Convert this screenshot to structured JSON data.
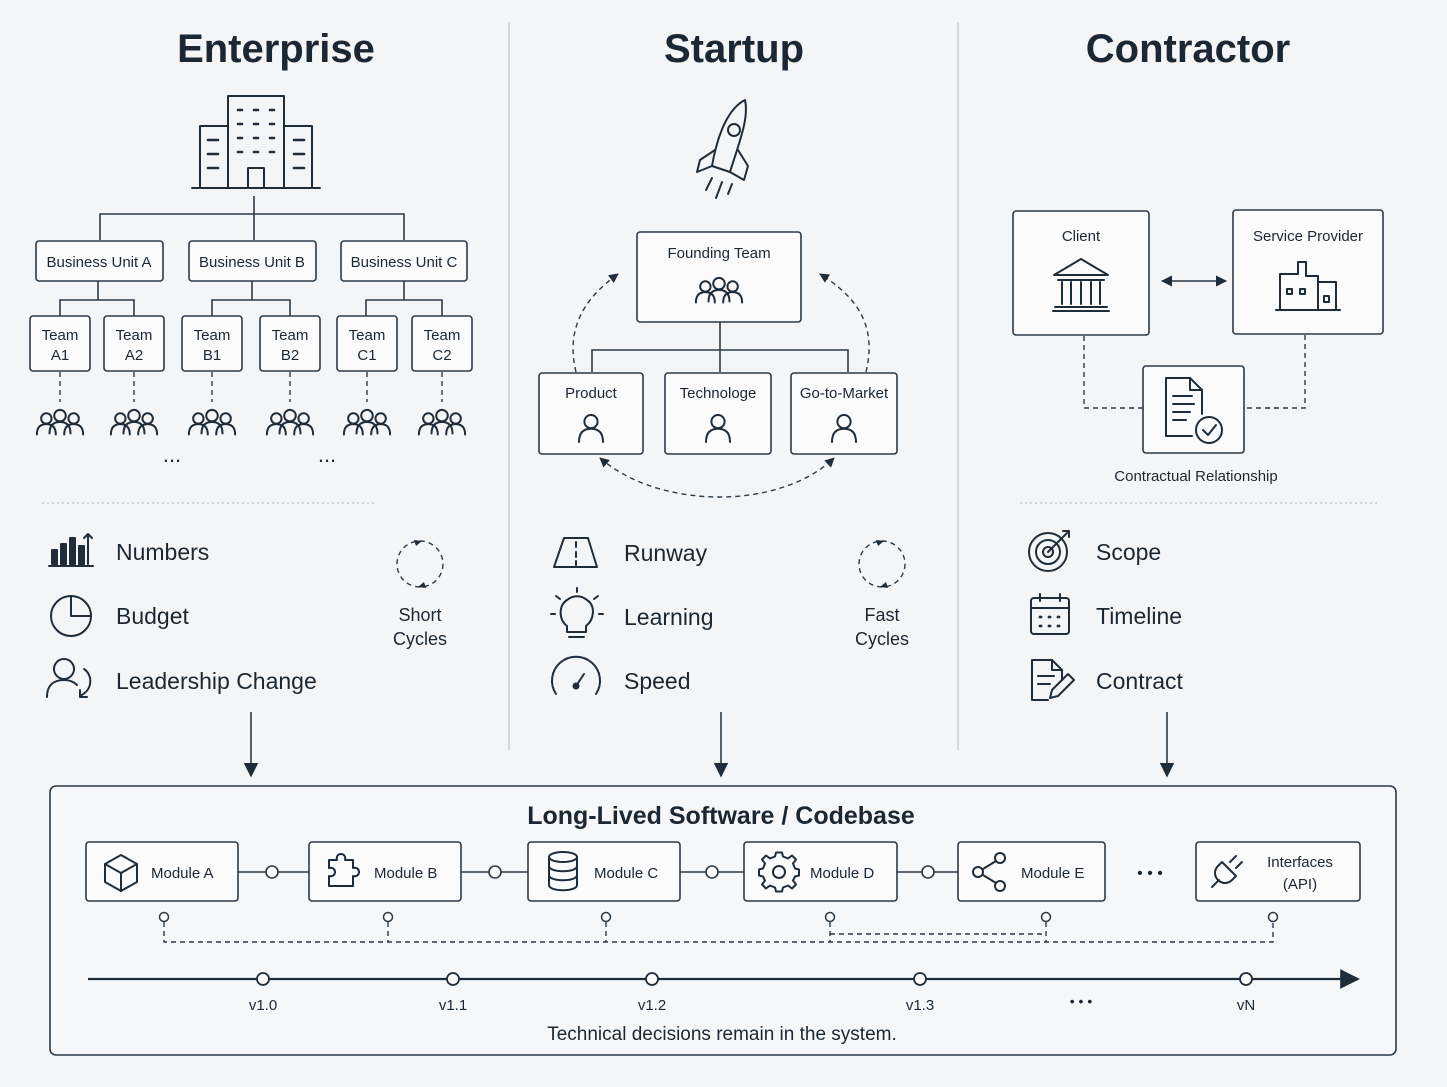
{
  "enterprise": {
    "title": "Enterprise",
    "units": [
      "Business Unit A",
      "Business Unit B",
      "Business Unit C"
    ],
    "teams": [
      [
        "Team",
        "A1"
      ],
      [
        "Team",
        "A2"
      ],
      [
        "Team",
        "B1"
      ],
      [
        "Team",
        "B2"
      ],
      [
        "Team",
        "C1"
      ],
      [
        "Team",
        "C2"
      ]
    ],
    "ellipsis": "...",
    "features": [
      "Numbers",
      "Budget",
      "Leadership Change"
    ],
    "cycles": [
      "Short",
      "Cycles"
    ]
  },
  "startup": {
    "title": "Startup",
    "founding": "Founding Team",
    "roles": [
      "Product",
      "Technologe",
      "Go-to-Market"
    ],
    "features": [
      "Runway",
      "Learning",
      "Speed"
    ],
    "cycles": [
      "Fast",
      "Cycles"
    ]
  },
  "contractor": {
    "title": "Contractor",
    "client": "Client",
    "provider": "Service Provider",
    "relationship": "Contractual Relationship",
    "features": [
      "Scope",
      "Timeline",
      "Contract"
    ]
  },
  "codebase": {
    "title": "Long-Lived Software / Codebase",
    "modules": [
      "Module A",
      "Module B",
      "Module C",
      "Module D",
      "Module E"
    ],
    "module_icons": [
      "cube-icon",
      "puzzle-icon",
      "database-icon",
      "gear-icon",
      "share-icon"
    ],
    "module_ellipsis": "• • •",
    "interfaces": [
      "Interfaces",
      "(API)"
    ],
    "versions": [
      "v1.0",
      "v1.1",
      "v1.2",
      "v1.3",
      "vN"
    ],
    "version_ellipsis": "• • •",
    "caption": "Technical decisions remain in the system."
  }
}
